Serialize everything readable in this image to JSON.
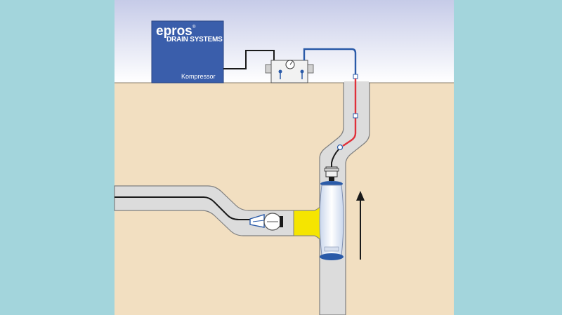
{
  "diagram": {
    "compressor": {
      "brand": "epros",
      "brand_mark": "®",
      "subbrand": "DRAIN SYSTEMS",
      "label": "Kompressor"
    },
    "colors": {
      "side_panels": "#a3d5dc",
      "ground": "#f2dfc1",
      "pipe_fill": "#dcdcdc",
      "pipe_outline": "#7f7f7f",
      "packer": "#f5e500",
      "compressor_box": "#2e54a6",
      "air_line_blue": "#2a5aa8",
      "air_line_red": "#e0303a",
      "hose_black": "#1a1a1a"
    },
    "icons": [
      "manometer-icon",
      "valve-icon",
      "upward-arrow-icon",
      "packer-icon",
      "launcher-unit-icon"
    ]
  }
}
